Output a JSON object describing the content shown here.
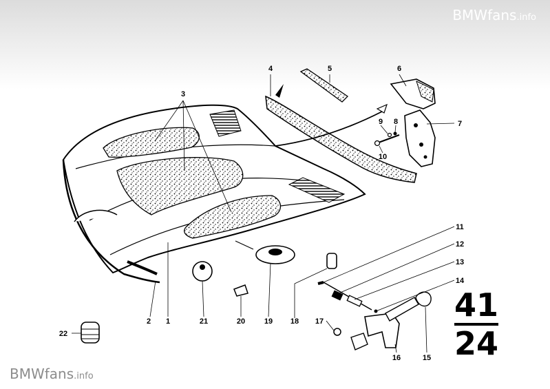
{
  "watermark": {
    "brand": "BMWfans",
    "suffix": ".info"
  },
  "group_number": {
    "top": "41",
    "bottom": "24"
  },
  "labels": [
    "1",
    "2",
    "3",
    "4",
    "5",
    "6",
    "7",
    "8",
    "9",
    "10",
    "11",
    "12",
    "13",
    "14",
    "15",
    "16",
    "17",
    "18",
    "19",
    "20",
    "21",
    "22"
  ],
  "colors": {
    "ink": "#000000",
    "watermark": "#8c8c8c",
    "background": "#ffffff"
  }
}
